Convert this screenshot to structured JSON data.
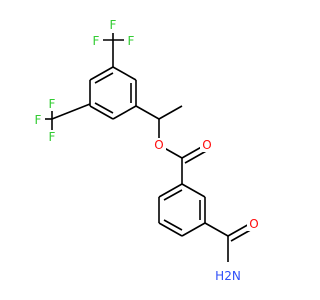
{
  "molecule": {
    "colors": {
      "bond": "#000000",
      "F": "#33cc33",
      "O": "#ff0d0d",
      "N": "#3050f8",
      "background": "#ffffff"
    },
    "atoms": [
      {
        "id": "F1",
        "label": "F",
        "element": "F"
      },
      {
        "id": "F2",
        "label": "F",
        "element": "F"
      },
      {
        "id": "F3",
        "label": "F",
        "element": "F"
      },
      {
        "id": "F4",
        "label": "F",
        "element": "F"
      },
      {
        "id": "F5",
        "label": "F",
        "element": "F"
      },
      {
        "id": "F6",
        "label": "F",
        "element": "F"
      },
      {
        "id": "O1",
        "label": "O",
        "element": "O"
      },
      {
        "id": "O2",
        "label": "O",
        "element": "O"
      },
      {
        "id": "O3",
        "label": "O",
        "element": "O"
      },
      {
        "id": "N1",
        "label": "H2N",
        "element": "N"
      }
    ]
  }
}
